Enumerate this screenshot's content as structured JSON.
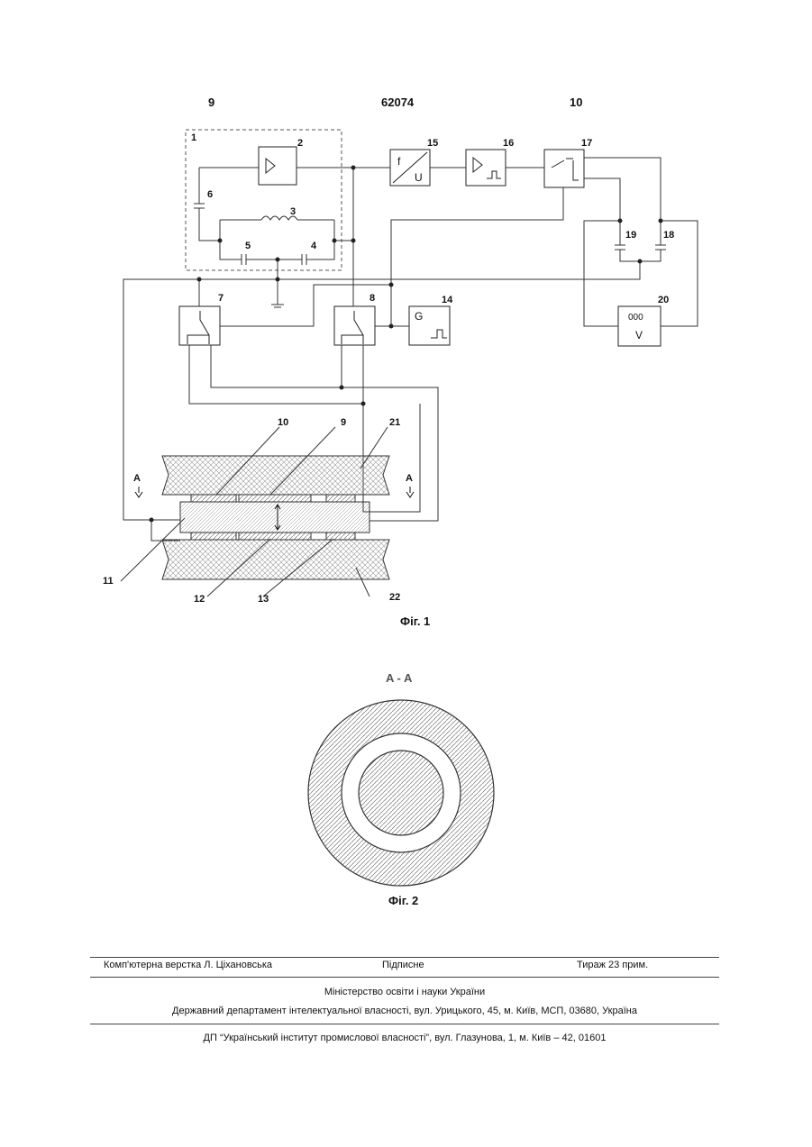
{
  "header": {
    "page_left": "9",
    "patent_no": "62074",
    "page_right": "10"
  },
  "fig1": {
    "caption": "Фіг. 1",
    "labels": [
      "1",
      "2",
      "3",
      "4",
      "5",
      "6",
      "7",
      "8",
      "9",
      "10",
      "11",
      "12",
      "13",
      "14",
      "15",
      "16",
      "17",
      "18",
      "19",
      "20",
      "21",
      "22",
      "A",
      "A"
    ],
    "block15": {
      "top": "f",
      "bottom": "U"
    },
    "block14": "G",
    "block20": {
      "top": "000",
      "bottom": "V"
    }
  },
  "fig2": {
    "title": "A - A",
    "caption": "Фіг. 2"
  },
  "footer": {
    "row1": {
      "left": "Комп'ютерна верстка Л. Ціхановська",
      "middle": "Підписне",
      "right": "Тираж 23 прим."
    },
    "ministry": "Міністерство освіти і науки України",
    "department": "Державний департамент інтелектуальної власності, вул. Урицького, 45, м. Київ, МСП, 03680, Україна",
    "institute": "ДП “Український інститут промислової власності”, вул. Глазунова, 1, м. Київ – 42, 01601"
  }
}
